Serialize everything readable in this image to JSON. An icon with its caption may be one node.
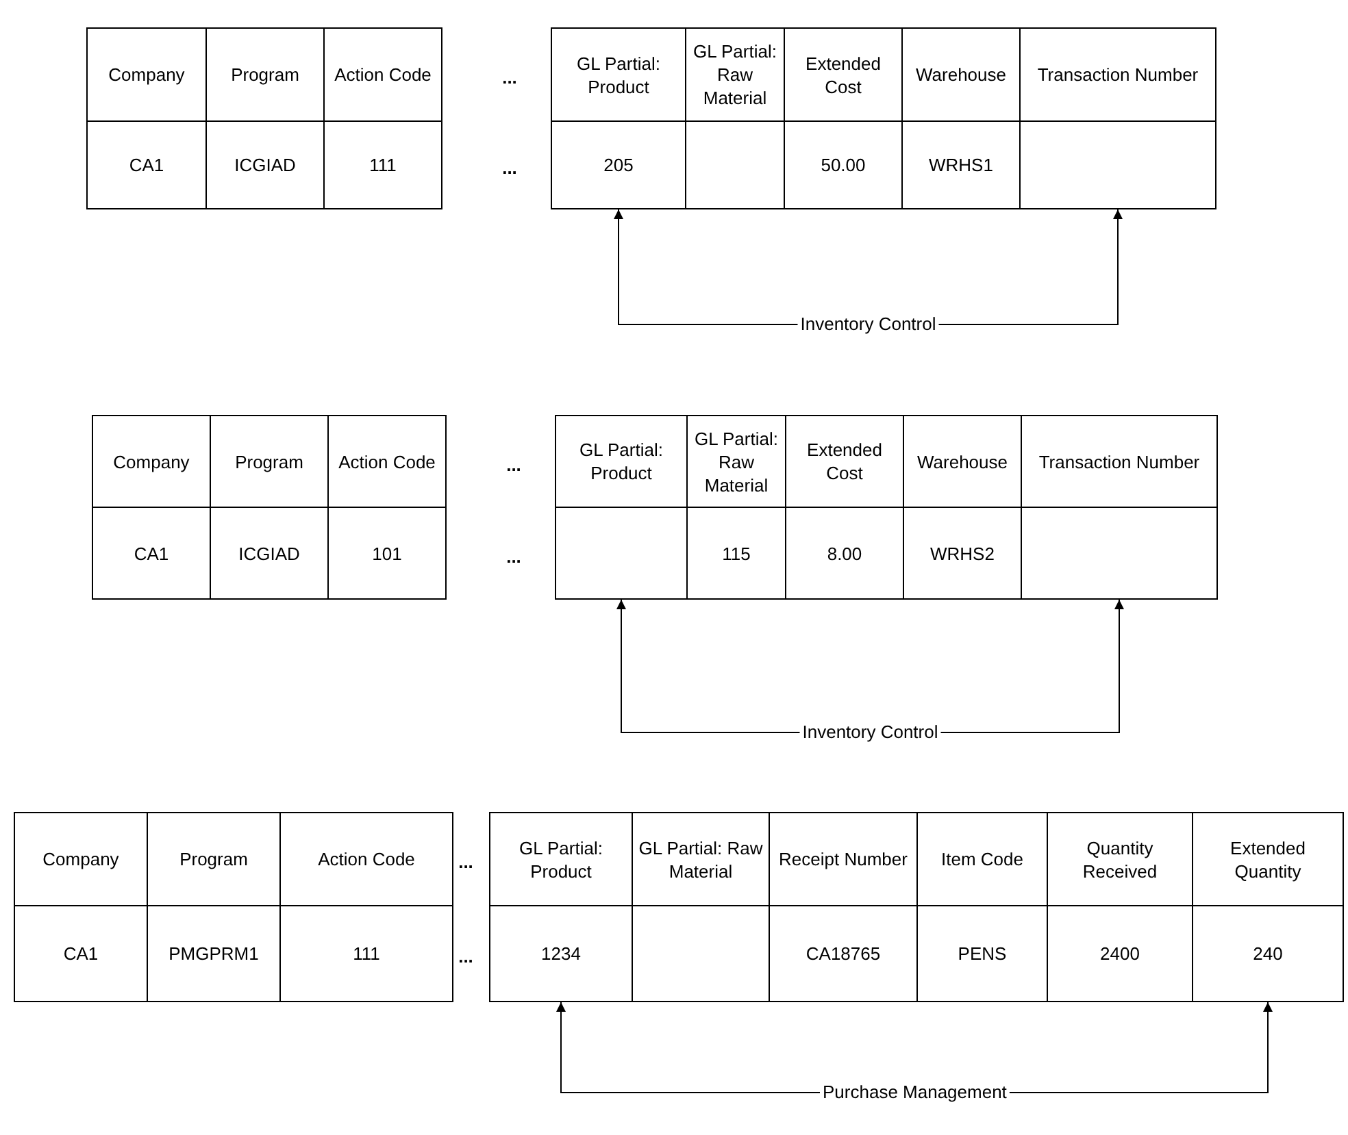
{
  "diagram": {
    "nodes": [
      {
        "text": [],
        "shape": "box"
      },
      {
        "text": [],
        "shape": "box"
      },
      {
        "text": [
          "Inventory Control"
        ]
      },
      {
        "text": [],
        "shape": "box"
      },
      {
        "text": [],
        "shape": "box"
      },
      {
        "text": [
          "Inventory Control"
        ]
      },
      {
        "text": [],
        "shape": "box"
      },
      {
        "text": [],
        "shape": "box"
      },
      {
        "text": [
          "Purchase Management"
        ]
      }
    ],
    "edges": [
      {
        "from": 2,
        "to": 0,
        "arrow": "to"
      },
      {
        "from": 2,
        "to": 1,
        "arrow": "to"
      },
      {
        "from": 5,
        "to": 3,
        "arrow": "to"
      },
      {
        "from": 5,
        "to": 4,
        "arrow": "to"
      },
      {
        "from": 8,
        "to": 6,
        "arrow": "to"
      },
      {
        "from": 8,
        "to": 7,
        "arrow": "to"
      }
    ],
    "labels": [
      "Company",
      "Program",
      "Action Code",
      "...",
      "GL Partial: Product",
      "GL Partial: Raw Material",
      "Extended Cost",
      "Warehouse",
      "Transaction Number",
      "CA1",
      "ICGIAD",
      "111",
      "...",
      "205",
      "50.00",
      "WRHS1",
      "Company",
      "Program",
      "Action Code",
      "...",
      "GL Partial: Product",
      "GL Partial: Raw Material",
      "Extended Cost",
      "Warehouse",
      "Transaction Number",
      "CA1",
      "ICGIAD",
      "101",
      "...",
      "115",
      "8.00",
      "WRHS2",
      "Company",
      "Program",
      "Action Code",
      "...",
      "GL Partial: Product",
      "GL Partial: Raw Material",
      "Receipt Number",
      "Item Code",
      "Quantity Received",
      "Extended Quantity",
      "CA1",
      "PMGPRM1",
      "111",
      "...",
      "1234",
      "CA18765",
      "PENS",
      "2400",
      "240"
    ]
  }
}
